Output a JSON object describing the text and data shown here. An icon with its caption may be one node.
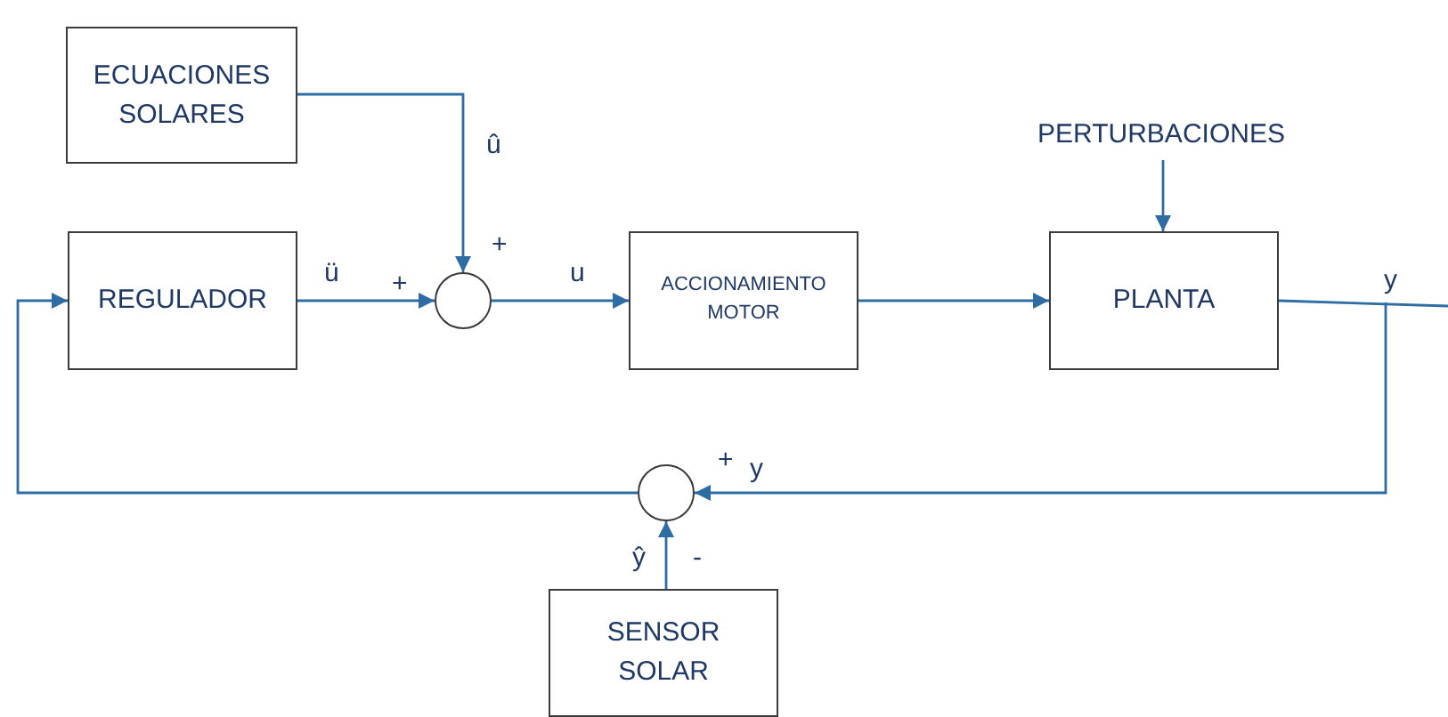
{
  "diagram": {
    "nodes": [
      {
        "text": [
          "ECUACIONES SOLARES"
        ]
      },
      {
        "text": [
          "REGULADOR"
        ]
      },
      {
        "text": [],
        "shape": "circle"
      },
      {
        "text": [
          "ACCIONAMIENTO MOTOR"
        ]
      },
      {
        "text": [
          "PERTURBACIONES"
        ]
      },
      {
        "text": [
          "PLANTA"
        ]
      },
      {
        "text": [],
        "shape": "circle"
      },
      {
        "text": [
          "SENSOR SOLAR"
        ]
      }
    ],
    "edges": [
      {
        "from": 0,
        "to": 2,
        "arrow": "to",
        "label": "û"
      },
      {
        "from": 1,
        "to": 2,
        "arrow": "to",
        "label": "ü"
      },
      {
        "from": 2,
        "to": 3,
        "arrow": "to",
        "label": "u"
      },
      {
        "from": 3,
        "to": 5,
        "arrow": "to"
      },
      {
        "from": 4,
        "to": 5,
        "arrow": "to"
      },
      {
        "from": 5,
        "to": null,
        "arrow": "none",
        "label": "y"
      },
      {
        "from": 5,
        "to": 6,
        "arrow": "to",
        "label": "y"
      },
      {
        "from": 6,
        "to": 1,
        "arrow": "to"
      },
      {
        "from": 7,
        "to": 6,
        "arrow": "to",
        "label": "ŷ"
      }
    ],
    "labels": [
      "+",
      "+",
      "+",
      "-"
    ]
  }
}
